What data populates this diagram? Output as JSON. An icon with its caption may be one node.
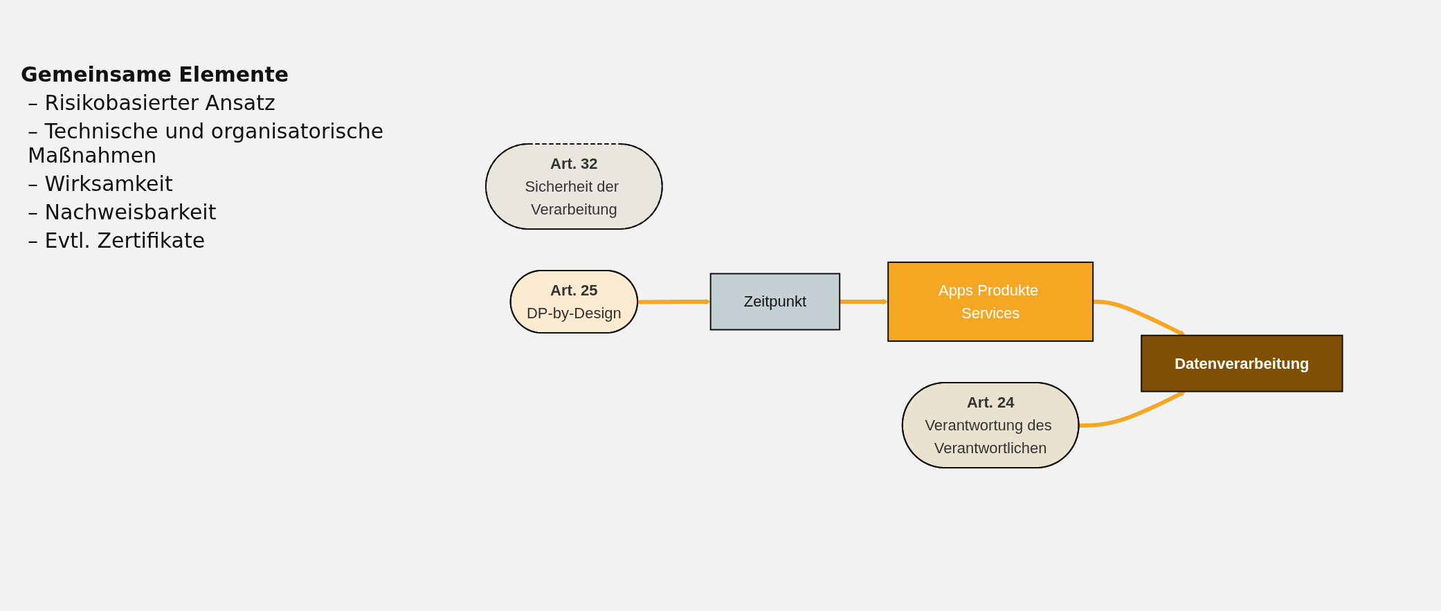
{
  "diagram": {
    "nodes": [
      {
        "text": [
          "Art. 24",
          "Verantwortung des Verantwortlichen"
        ]
      },
      {
        "text": [
          "Art. 32",
          "Sicherheit der Verarbeitung"
        ]
      },
      {
        "text": [
          "Art. 25",
          "DP-by-Design"
        ]
      },
      {
        "text": [
          "Zeitpunkt"
        ]
      },
      {
        "text": [
          "Apps Produkte Services"
        ]
      },
      {
        "text": [
          "Datenverarbeitung"
        ]
      }
    ],
    "edges": [
      {
        "from": 2,
        "to": 3,
        "arrow": "to"
      },
      {
        "from": 3,
        "to": 4,
        "arrow": "to"
      },
      {
        "from": 4,
        "to": 5,
        "arrow": "to"
      },
      {
        "from": 0,
        "to": 5,
        "arrow": "to"
      }
    ],
    "labels": [
      "Gemeinsame Elemente",
      "– Risikobasierter Ansatz",
      "– Technische und organisatorische Maßnahmen",
      "– Wirksamkeit",
      "– Nachweisbarkeit",
      "– Evtl. Zertifikate"
    ]
  }
}
